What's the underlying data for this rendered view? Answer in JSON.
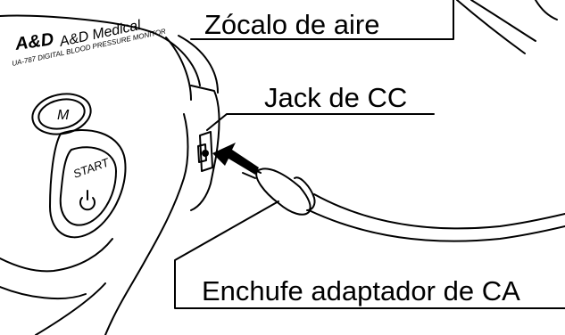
{
  "callouts": {
    "air_socket": "Zócalo de aire",
    "dc_jack": "Jack de CC",
    "ac_adapter_plug": "Enchufe adaptador de CA"
  },
  "device": {
    "brand_logo": "A&D",
    "brand_name": "A&D Medical",
    "model_line": "UA-787 DIGITAL BLOOD PRESSURE MONITOR",
    "memory_button": "M",
    "start_button": "START"
  },
  "colors": {
    "ink": "#000000",
    "arrow": "#000000",
    "background": "#ffffff"
  }
}
